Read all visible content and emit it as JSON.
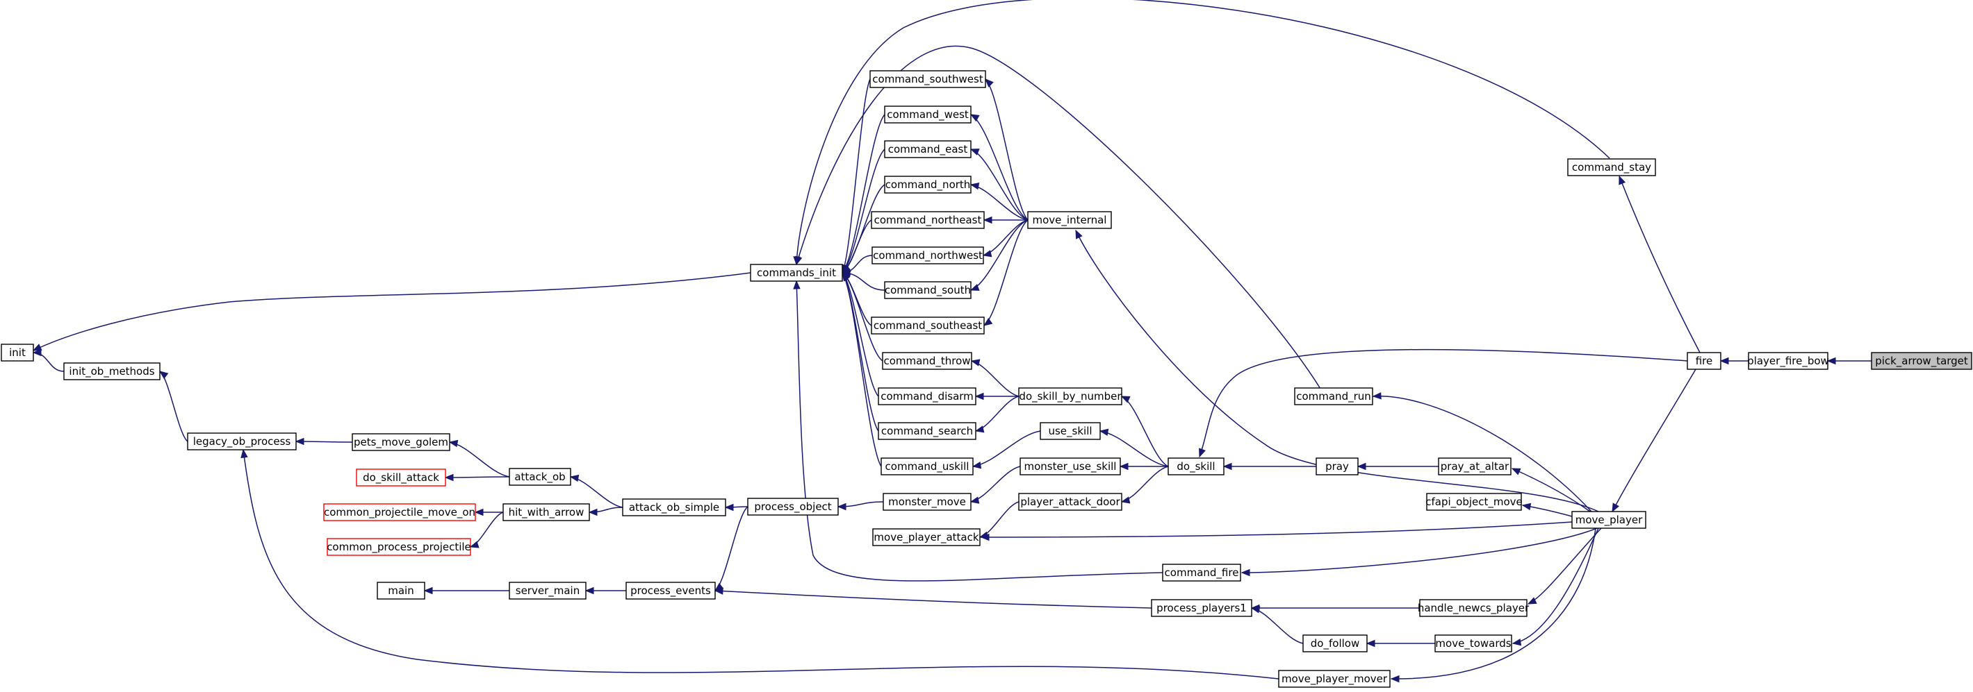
{
  "graph": {
    "selected": "pick_arrow_target",
    "colors": {
      "edge": "#191970",
      "node_border": "#000000",
      "node_border_missing": "#ff0000",
      "selected_fill": "#bfbfbf"
    },
    "nodes": [
      {
        "id": "init",
        "label": "init",
        "color": "black"
      },
      {
        "id": "init_ob_methods",
        "label": "init_ob_methods",
        "color": "black"
      },
      {
        "id": "legacy_ob_process",
        "label": "legacy_ob_process",
        "color": "black"
      },
      {
        "id": "pets_move_golem",
        "label": "pets_move_golem",
        "color": "black"
      },
      {
        "id": "do_skill_attack",
        "label": "do_skill_attack",
        "color": "red"
      },
      {
        "id": "attack_ob",
        "label": "attack_ob",
        "color": "black"
      },
      {
        "id": "common_projectile_move_on",
        "label": "common_projectile_move_on",
        "color": "red"
      },
      {
        "id": "hit_with_arrow",
        "label": "hit_with_arrow",
        "color": "black"
      },
      {
        "id": "common_process_projectile",
        "label": "common_process_projectile",
        "color": "red"
      },
      {
        "id": "attack_ob_simple",
        "label": "attack_ob_simple",
        "color": "black"
      },
      {
        "id": "main",
        "label": "main",
        "color": "black"
      },
      {
        "id": "server_main",
        "label": "server_main",
        "color": "black"
      },
      {
        "id": "process_events",
        "label": "process_events",
        "color": "black"
      },
      {
        "id": "process_object",
        "label": "process_object",
        "color": "black"
      },
      {
        "id": "commands_init",
        "label": "commands_init",
        "color": "black"
      },
      {
        "id": "command_southwest",
        "label": "command_southwest",
        "color": "black"
      },
      {
        "id": "command_west",
        "label": "command_west",
        "color": "black"
      },
      {
        "id": "command_east",
        "label": "command_east",
        "color": "black"
      },
      {
        "id": "command_north",
        "label": "command_north",
        "color": "black"
      },
      {
        "id": "command_northeast",
        "label": "command_northeast",
        "color": "black"
      },
      {
        "id": "command_northwest",
        "label": "command_northwest",
        "color": "black"
      },
      {
        "id": "command_south",
        "label": "command_south",
        "color": "black"
      },
      {
        "id": "command_southeast",
        "label": "command_southeast",
        "color": "black"
      },
      {
        "id": "command_throw",
        "label": "command_throw",
        "color": "black"
      },
      {
        "id": "command_disarm",
        "label": "command_disarm",
        "color": "black"
      },
      {
        "id": "command_search",
        "label": "command_search",
        "color": "black"
      },
      {
        "id": "command_uskill",
        "label": "command_uskill",
        "color": "black"
      },
      {
        "id": "monster_move",
        "label": "monster_move",
        "color": "black"
      },
      {
        "id": "move_player_attack",
        "label": "move_player_attack",
        "color": "black"
      },
      {
        "id": "move_internal",
        "label": "move_internal",
        "color": "black"
      },
      {
        "id": "do_skill_by_number",
        "label": "do_skill_by_number",
        "color": "black"
      },
      {
        "id": "use_skill",
        "label": "use_skill",
        "color": "black"
      },
      {
        "id": "monster_use_skill",
        "label": "monster_use_skill",
        "color": "black"
      },
      {
        "id": "player_attack_door",
        "label": "player_attack_door",
        "color": "black"
      },
      {
        "id": "command_fire",
        "label": "command_fire",
        "color": "black"
      },
      {
        "id": "process_players1",
        "label": "process_players1",
        "color": "black"
      },
      {
        "id": "do_follow",
        "label": "do_follow",
        "color": "black"
      },
      {
        "id": "move_player_mover",
        "label": "move_player_mover",
        "color": "black"
      },
      {
        "id": "command_run",
        "label": "command_run",
        "color": "black"
      },
      {
        "id": "do_skill",
        "label": "do_skill",
        "color": "black"
      },
      {
        "id": "pray",
        "label": "pray",
        "color": "black"
      },
      {
        "id": "pray_at_altar",
        "label": "pray_at_altar",
        "color": "black"
      },
      {
        "id": "cfapi_object_move",
        "label": "cfapi_object_move",
        "color": "black"
      },
      {
        "id": "handle_newcs_player",
        "label": "handle_newcs_player",
        "color": "black"
      },
      {
        "id": "move_towards",
        "label": "move_towards",
        "color": "black"
      },
      {
        "id": "command_stay",
        "label": "command_stay",
        "color": "black"
      },
      {
        "id": "move_player",
        "label": "move_player",
        "color": "black"
      },
      {
        "id": "fire",
        "label": "fire",
        "color": "black"
      },
      {
        "id": "player_fire_bow",
        "label": "player_fire_bow",
        "color": "black"
      },
      {
        "id": "pick_arrow_target",
        "label": "pick_arrow_target",
        "color": "black"
      }
    ],
    "edges": [
      [
        "init_ob_methods",
        "init"
      ],
      [
        "legacy_ob_process",
        "init_ob_methods"
      ],
      [
        "pets_move_golem",
        "legacy_ob_process"
      ],
      [
        "attack_ob",
        "pets_move_golem"
      ],
      [
        "attack_ob",
        "do_skill_attack"
      ],
      [
        "hit_with_arrow",
        "common_projectile_move_on"
      ],
      [
        "hit_with_arrow",
        "common_process_projectile"
      ],
      [
        "attack_ob_simple",
        "attack_ob"
      ],
      [
        "attack_ob_simple",
        "hit_with_arrow"
      ],
      [
        "process_object",
        "attack_ob_simple"
      ],
      [
        "process_object",
        "process_events"
      ],
      [
        "process_events",
        "server_main"
      ],
      [
        "server_main",
        "main"
      ],
      [
        "commands_init",
        "init"
      ],
      [
        "command_southwest",
        "commands_init"
      ],
      [
        "command_west",
        "commands_init"
      ],
      [
        "command_east",
        "commands_init"
      ],
      [
        "command_north",
        "commands_init"
      ],
      [
        "command_northeast",
        "commands_init"
      ],
      [
        "command_northwest",
        "commands_init"
      ],
      [
        "command_south",
        "commands_init"
      ],
      [
        "command_southeast",
        "commands_init"
      ],
      [
        "command_throw",
        "commands_init"
      ],
      [
        "command_disarm",
        "commands_init"
      ],
      [
        "command_search",
        "commands_init"
      ],
      [
        "command_uskill",
        "commands_init"
      ],
      [
        "monster_move",
        "process_object"
      ],
      [
        "move_internal",
        "command_southwest"
      ],
      [
        "move_internal",
        "command_west"
      ],
      [
        "move_internal",
        "command_east"
      ],
      [
        "move_internal",
        "command_north"
      ],
      [
        "move_internal",
        "command_northeast"
      ],
      [
        "move_internal",
        "command_northwest"
      ],
      [
        "move_internal",
        "command_south"
      ],
      [
        "move_internal",
        "command_southeast"
      ],
      [
        "do_skill_by_number",
        "command_throw"
      ],
      [
        "do_skill_by_number",
        "command_disarm"
      ],
      [
        "do_skill_by_number",
        "command_search"
      ],
      [
        "use_skill",
        "command_uskill"
      ],
      [
        "monster_use_skill",
        "monster_move"
      ],
      [
        "player_attack_door",
        "move_player_attack"
      ],
      [
        "command_fire",
        "commands_init"
      ],
      [
        "process_players1",
        "process_events"
      ],
      [
        "do_follow",
        "process_players1"
      ],
      [
        "move_player_mover",
        "legacy_ob_process"
      ],
      [
        "command_run",
        "commands_init"
      ],
      [
        "do_skill",
        "do_skill_by_number"
      ],
      [
        "do_skill",
        "use_skill"
      ],
      [
        "do_skill",
        "monster_use_skill"
      ],
      [
        "do_skill",
        "player_attack_door"
      ],
      [
        "pray",
        "do_skill"
      ],
      [
        "pray_at_altar",
        "pray"
      ],
      [
        "handle_newcs_player",
        "process_players1"
      ],
      [
        "move_towards",
        "do_follow"
      ],
      [
        "command_stay",
        "commands_init"
      ],
      [
        "move_player",
        "move_internal"
      ],
      [
        "move_player",
        "command_run"
      ],
      [
        "move_player",
        "pray_at_altar"
      ],
      [
        "move_player",
        "cfapi_object_move"
      ],
      [
        "move_player",
        "move_player_attack"
      ],
      [
        "move_player",
        "command_fire"
      ],
      [
        "move_player",
        "handle_newcs_player"
      ],
      [
        "move_player",
        "move_towards"
      ],
      [
        "move_player",
        "move_player_mover"
      ],
      [
        "fire",
        "do_skill"
      ],
      [
        "fire",
        "command_stay"
      ],
      [
        "fire",
        "move_player"
      ],
      [
        "player_fire_bow",
        "fire"
      ],
      [
        "pick_arrow_target",
        "player_fire_bow"
      ]
    ]
  }
}
